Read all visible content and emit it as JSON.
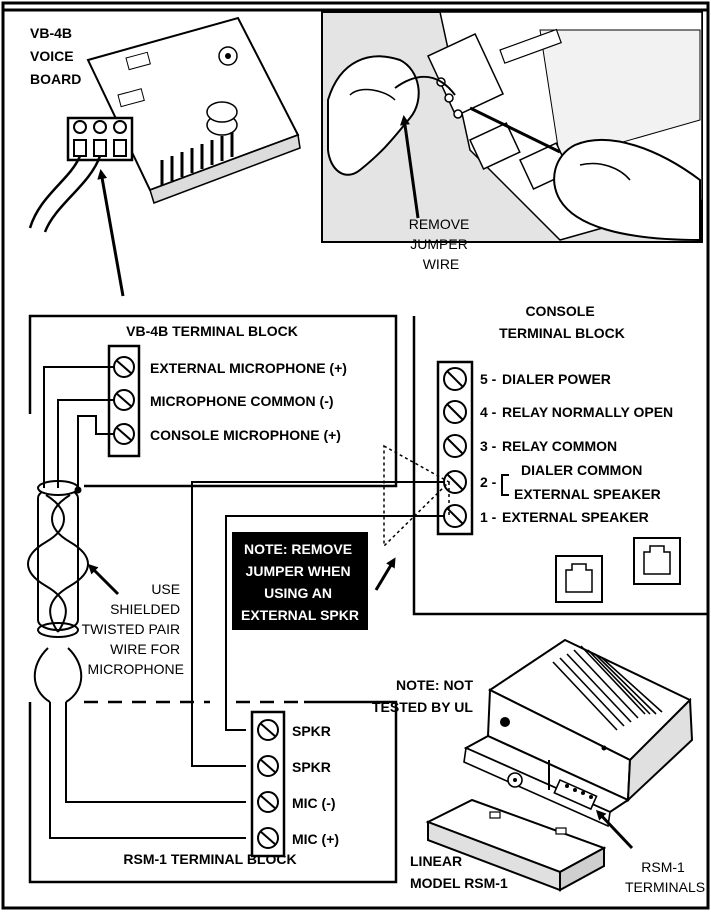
{
  "header": {
    "title": "Speaker and Microphone Connections"
  },
  "voice_board": {
    "title_lines": [
      "VB-4B",
      "VOICE",
      "BOARD"
    ]
  },
  "jumper_callout": {
    "lines": [
      "REMOVE",
      "JUMPER",
      "WIRE"
    ]
  },
  "vb4b_block": {
    "title": "VB-4B TERMINAL BLOCK",
    "terminals": [
      "EXTERNAL MICROPHONE (+)",
      "MICROPHONE COMMON (-)",
      "CONSOLE MICROPHONE (+)"
    ]
  },
  "console_block": {
    "title_lines": [
      "CONSOLE",
      "TERMINAL BLOCK"
    ],
    "terminals": [
      {
        "num": "5 -",
        "label": "DIALER POWER"
      },
      {
        "num": "4 -",
        "label": "RELAY NORMALLY OPEN"
      },
      {
        "num": "3 -",
        "label": "RELAY COMMON"
      },
      {
        "num": "2 -",
        "label": "DIALER COMMON",
        "label2": "EXTERNAL SPEAKER"
      },
      {
        "num": "1 -",
        "label": "EXTERNAL SPEAKER"
      }
    ]
  },
  "jumper_note": {
    "lines": [
      "NOTE: REMOVE",
      "JUMPER WHEN",
      "USING AN",
      "EXTERNAL SPKR"
    ]
  },
  "twisted_pair_note": {
    "lines": [
      "USE",
      "SHIELDED",
      "TWISTED PAIR",
      "WIRE FOR",
      "MICROPHONE"
    ]
  },
  "ul_note": {
    "lines": [
      "NOTE: NOT",
      "TESTED BY UL"
    ]
  },
  "rsm_block": {
    "title": "RSM-1 TERMINAL BLOCK",
    "terminals": [
      "SPKR",
      "SPKR",
      "MIC (-)",
      "MIC (+)"
    ]
  },
  "rsm_model": {
    "lines": [
      "LINEAR",
      "MODEL RSM-1"
    ]
  },
  "rsm_terminals_label": {
    "lines": [
      "RSM-1",
      "TERMINALS"
    ]
  }
}
